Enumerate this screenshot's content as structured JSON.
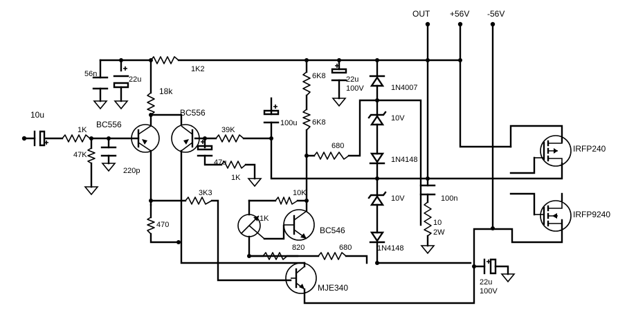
{
  "labels": {
    "out": "OUT",
    "plus56": "+56V",
    "minus56": "-56V",
    "c_56n": "56n",
    "c_22u_a": "22u",
    "r_1k2": "1K2",
    "r_18k": "18k",
    "c_10u": "10u",
    "r_1k_in": "1K",
    "q_bc556_a": "BC556",
    "q_bc556_b": "BC556",
    "r_47k": "47K",
    "c_220p": "220p",
    "r_39k": "39K",
    "c_47u": "47u",
    "r_1k_b": "1K",
    "r_6k8_a": "6K8",
    "c_22u_b": "22u",
    "c_22u_b_v": "100V",
    "d_1n4007": "1N4007",
    "c_100u": "100u",
    "r_6k8_b": "6K8",
    "z_10v_a": "10V",
    "r_680_a": "680",
    "d_1n4148_a": "1N4148",
    "q_irfp240": "IRFP240",
    "r_3k3": "3K3",
    "r_10k": "10K",
    "z_10v_b": "10V",
    "c_100n": "100n",
    "q_irfp9240": "IRFP9240",
    "p_1k": "1K",
    "q_bc546": "BC546",
    "r_470": "470",
    "r_820": "820",
    "r_680_b": "680",
    "d_1n4148_b": "1N4148",
    "r_10": "10",
    "r_10_w": "2W",
    "q_mje340": "MJE340",
    "c_22u_c": "22u",
    "c_22u_c_v": "100V"
  }
}
